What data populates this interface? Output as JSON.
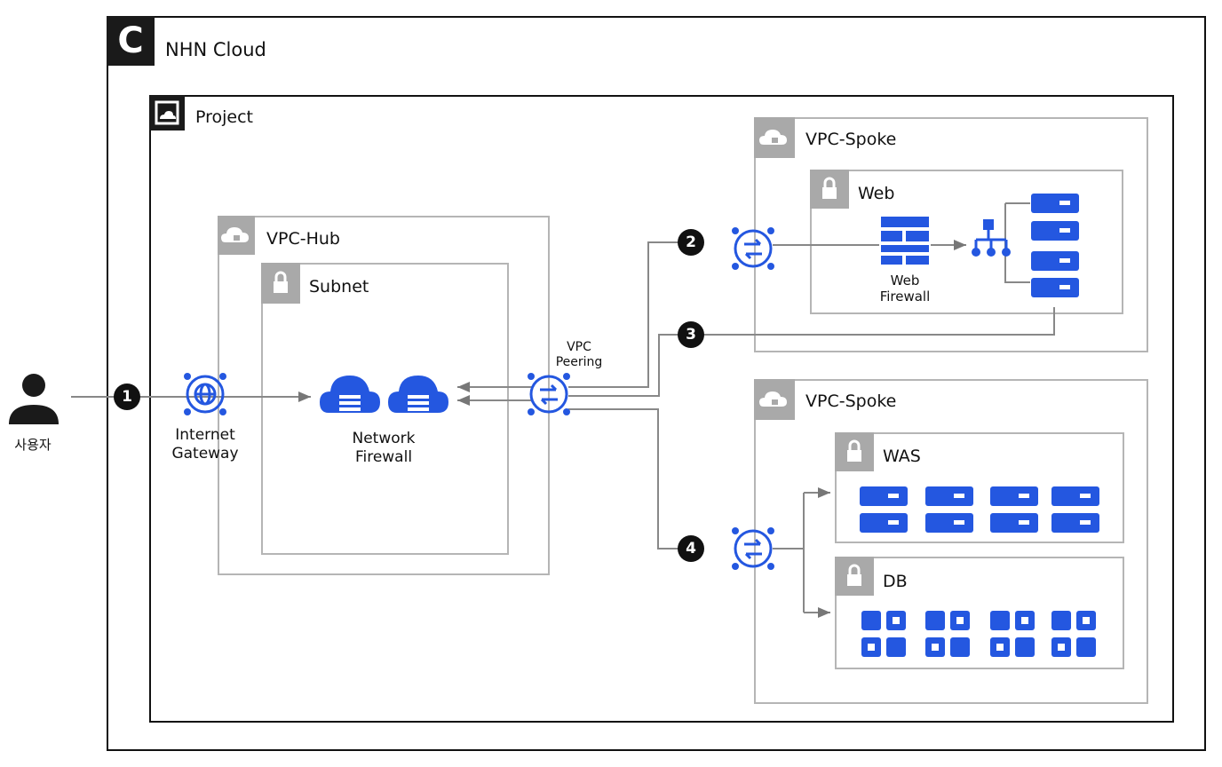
{
  "brand": {
    "name": "NHN Cloud",
    "logo_letter": "C"
  },
  "project": {
    "label": "Project"
  },
  "vpc_hub": {
    "label": "VPC-Hub",
    "subnet": "Subnet"
  },
  "user": {
    "label": "사용자"
  },
  "gateway": {
    "line1": "Internet",
    "line2": "Gateway"
  },
  "network_firewall": {
    "line1": "Network",
    "line2": "Firewall"
  },
  "peering": {
    "line1": "VPC",
    "line2": "Peering"
  },
  "spoke_web": {
    "label": "VPC-Spoke",
    "subnet": "Web",
    "firewall_line1": "Web",
    "firewall_line2": "Firewall"
  },
  "spoke_app": {
    "label": "VPC-Spoke",
    "was": "WAS",
    "db": "DB"
  },
  "steps": [
    "1",
    "2",
    "3",
    "4"
  ],
  "colors": {
    "accent": "#2457e0",
    "border": "#b5b5b5",
    "text": "#111111"
  }
}
